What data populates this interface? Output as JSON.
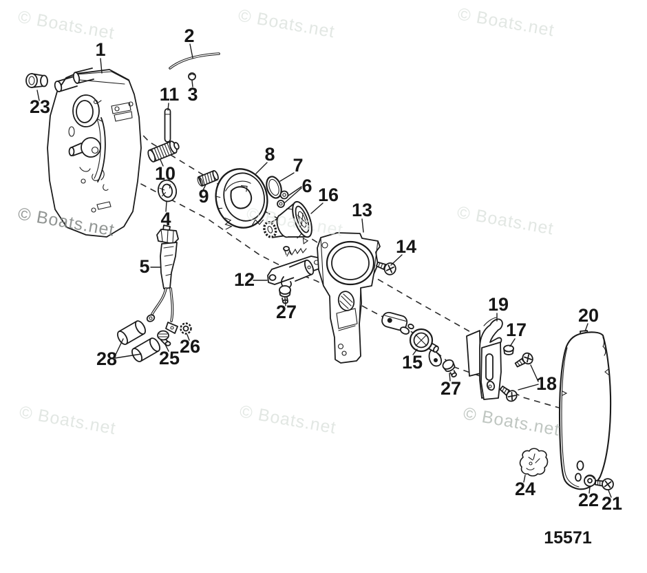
{
  "diagram_number": "15571",
  "watermark": {
    "text": "© Boats.net"
  },
  "colors": {
    "line_art": "#1b1b1b",
    "background": "#ffffff",
    "watermark_light": "#dfe5e1",
    "watermark_medium": "#b9c0bb",
    "watermark_dark": "#7e8381"
  },
  "callouts": [
    {
      "label": "1"
    },
    {
      "label": "2"
    },
    {
      "label": "3"
    },
    {
      "label": "4"
    },
    {
      "label": "5"
    },
    {
      "label": "6"
    },
    {
      "label": "7"
    },
    {
      "label": "8"
    },
    {
      "label": "9"
    },
    {
      "label": "10"
    },
    {
      "label": "11"
    },
    {
      "label": "12"
    },
    {
      "label": "13"
    },
    {
      "label": "14"
    },
    {
      "label": "15"
    },
    {
      "label": "16"
    },
    {
      "label": "17"
    },
    {
      "label": "18"
    },
    {
      "label": "19"
    },
    {
      "label": "20"
    },
    {
      "label": "21"
    },
    {
      "label": "22"
    },
    {
      "label": "23"
    },
    {
      "label": "24"
    },
    {
      "label": "25"
    },
    {
      "label": "26"
    },
    {
      "label": "27"
    },
    {
      "label": "27"
    },
    {
      "label": "28"
    }
  ]
}
